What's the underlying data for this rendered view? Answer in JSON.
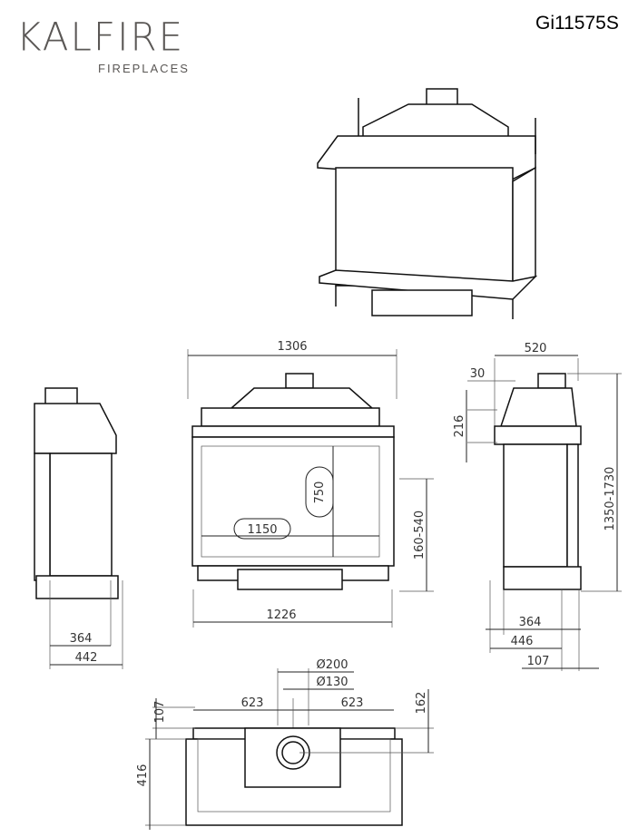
{
  "brand": {
    "name": "KALFIRE",
    "tagline": "FIREPLACES"
  },
  "model": "Gi11575S",
  "front_view": {
    "width_top": "1306",
    "width_bottom": "1226",
    "glass_width": "1150",
    "glass_height": "750",
    "base_height": "160-540"
  },
  "left_view": {
    "depth_inner": "364",
    "depth_total": "442"
  },
  "right_view": {
    "depth_top": "520",
    "offset": "30",
    "hood_height": "216",
    "height_range": "1350-1730",
    "depth_inner": "364",
    "depth_total": "446",
    "side_offset": "107"
  },
  "top_view": {
    "flue_outer": "Ø200",
    "flue_inner": "Ø130",
    "left_to_center": "623",
    "right_to_center": "623",
    "front_offset": "107",
    "depth": "416",
    "flue_depth": "162"
  }
}
